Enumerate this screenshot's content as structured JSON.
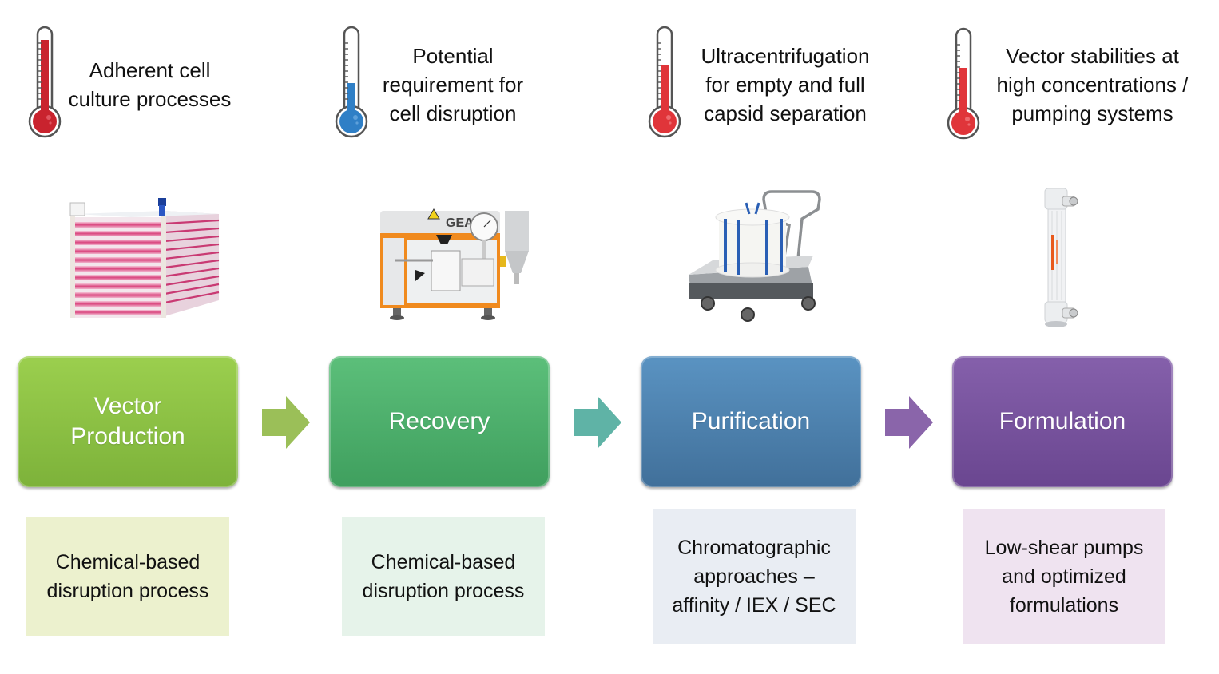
{
  "colors": {
    "thermo_red": "#e0353a",
    "thermo_blue": "#2f7fc6",
    "step_production": "#8cc63f",
    "step_recovery": "#4fb56f",
    "step_purification": "#4a80ae",
    "step_formulation": "#7a52a0",
    "arrow_1": "#9bbf58",
    "arrow_2": "#5fb3a6",
    "arrow_3": "#8a65aa",
    "note_production_bg": "#ecf1ce",
    "note_recovery_bg": "#e6f3ea",
    "note_purification_bg": "#e9edf3",
    "note_formulation_bg": "#efe3f0"
  },
  "challenges": [
    {
      "icon": "thermometer-high-icon",
      "level": "high",
      "lines": [
        "Adherent cell",
        "culture processes"
      ]
    },
    {
      "icon": "thermometer-low-icon",
      "level": "low",
      "lines": [
        "Potential",
        "requirement for",
        "cell disruption"
      ]
    },
    {
      "icon": "thermometer-high-icon",
      "level": "medium-high",
      "lines": [
        "Ultracentrifugation",
        "for empty and full",
        "capsid separation"
      ]
    },
    {
      "icon": "thermometer-high-icon",
      "level": "medium-high",
      "lines": [
        "Vector stabilities at",
        "high concentrations /",
        "pumping systems"
      ]
    }
  ],
  "equipment": [
    {
      "name": "multilayer-cell-factory"
    },
    {
      "name": "gea-homogenizer",
      "label": "GEA"
    },
    {
      "name": "chromatography-column-cart"
    },
    {
      "name": "hollow-fiber-filter"
    }
  ],
  "steps": [
    {
      "lines": [
        "Vector",
        "Production"
      ]
    },
    {
      "lines": [
        "Recovery"
      ]
    },
    {
      "lines": [
        "Purification"
      ]
    },
    {
      "lines": [
        "Formulation"
      ]
    }
  ],
  "notes": [
    {
      "lines": [
        "Chemical-based",
        "disruption process"
      ]
    },
    {
      "lines": [
        "Chemical-based",
        "disruption process"
      ]
    },
    {
      "lines": [
        "Chromatographic",
        "approaches –",
        "affinity / IEX / SEC"
      ]
    },
    {
      "lines": [
        "Low-shear pumps",
        "and optimized",
        "formulations"
      ]
    }
  ]
}
